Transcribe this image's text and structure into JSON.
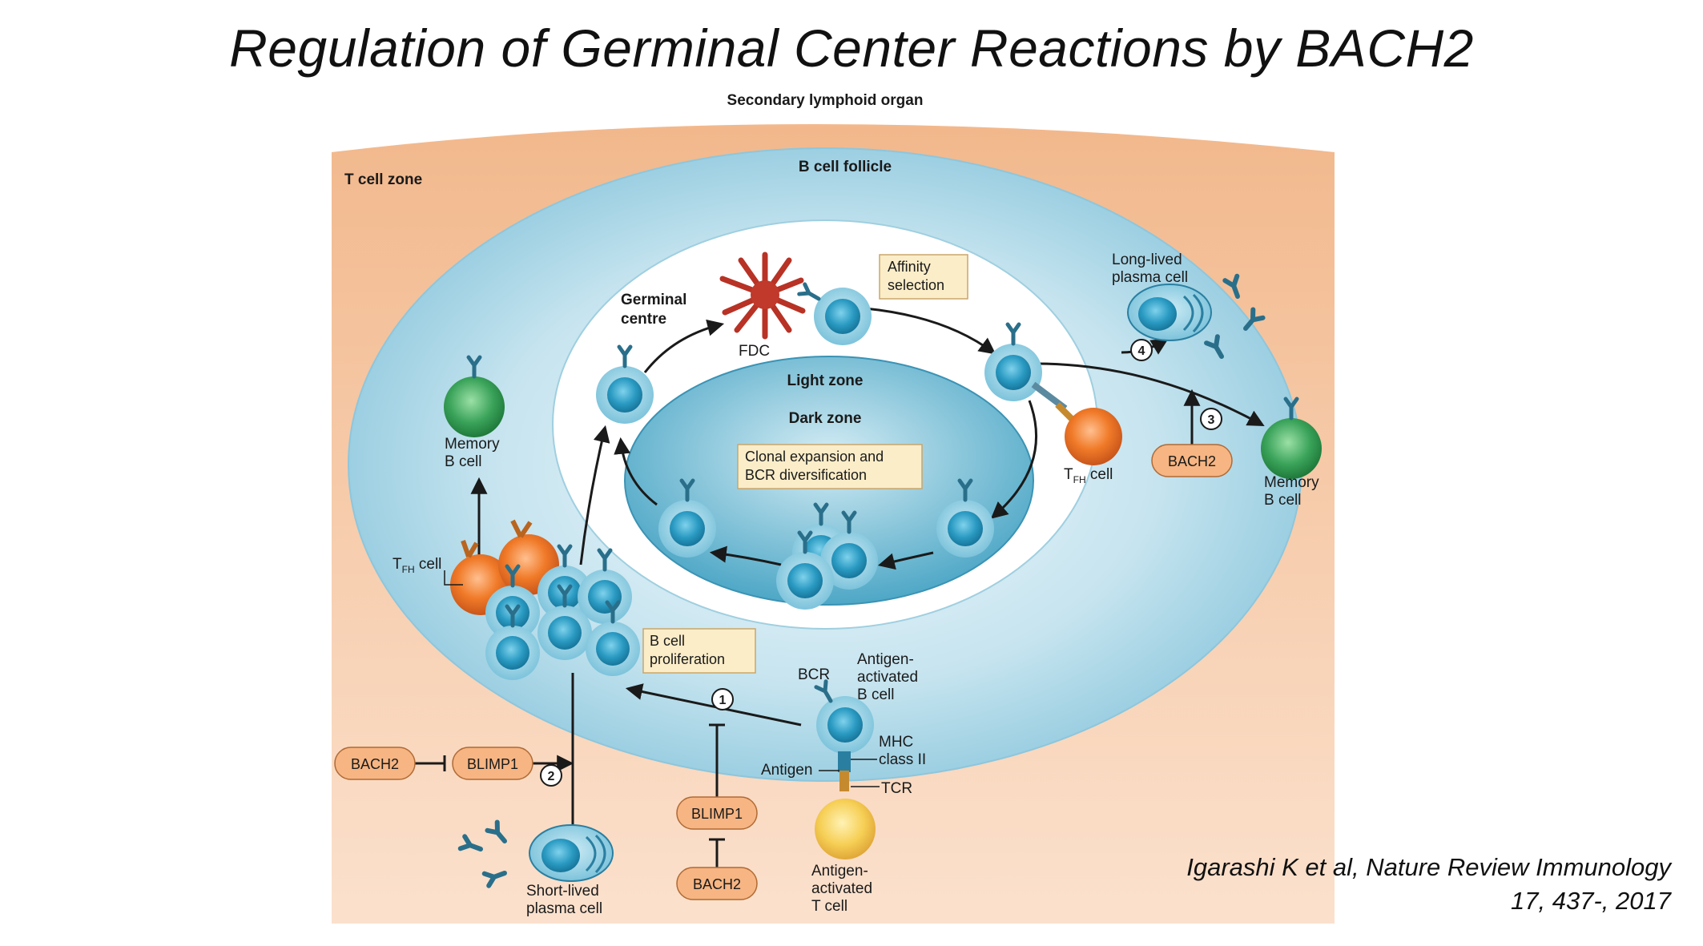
{
  "slide": {
    "title": "Regulation of Germinal Center Reactions by BACH2",
    "citation_line1": "Igarashi K et al, Nature Review Immunology",
    "citation_line2": "17, 437-, 2017"
  },
  "figure": {
    "organ_label": "Secondary lymphoid organ",
    "t_cell_zone": "T cell zone",
    "b_cell_follicle": "B cell follicle",
    "germinal_centre_1": "Germinal",
    "germinal_centre_2": "centre",
    "light_zone": "Light zone",
    "dark_zone": "Dark zone",
    "fdc": "FDC",
    "affinity_selection_1": "Affinity",
    "affinity_selection_2": "selection",
    "clonal_1": "Clonal expansion and",
    "clonal_2": "BCR diversification",
    "long_lived_1": "Long-lived",
    "long_lived_2": "plasma cell",
    "memory_left_1": "Memory",
    "memory_left_2": "B cell",
    "memory_right_1": "Memory",
    "memory_right_2": "B cell",
    "tfh_right_t": "T",
    "tfh_right_sub": "FH",
    "tfh_right_rest": " cell",
    "tfh_left_t": "T",
    "tfh_left_sub": "FH",
    "tfh_left_rest": " cell",
    "b_prolif_1": "B cell",
    "b_prolif_2": "proliferation",
    "bcr": "BCR",
    "antigen_activated_b_1": "Antigen-",
    "antigen_activated_b_2": "activated",
    "antigen_activated_b_3": "B cell",
    "mhc_1": "MHC",
    "mhc_2": "class II",
    "antigen": "Antigen",
    "tcr": "TCR",
    "antigen_activated_t_1": "Antigen-",
    "antigen_activated_t_2": "activated",
    "antigen_activated_t_3": "T cell",
    "short_lived_1": "Short-lived",
    "short_lived_2": "plasma cell",
    "bach2_left": "BACH2",
    "blimp1_left": "BLIMP1",
    "blimp1_center": "BLIMP1",
    "bach2_center": "BACH2",
    "bach2_right": "BACH2",
    "step1": "1",
    "step2": "2",
    "step3": "3",
    "step4": "4"
  },
  "colors": {
    "t_zone": "#f4c19a",
    "follicle": "#a9d5e6",
    "b_cell": "#2e9ec4",
    "memory": "#3a9d55",
    "tfh": "#ec7526",
    "t_cell": "#f5c54a",
    "fdc": "#c0392b",
    "label_box": "#fbedc8",
    "pill": "#f6b583"
  }
}
